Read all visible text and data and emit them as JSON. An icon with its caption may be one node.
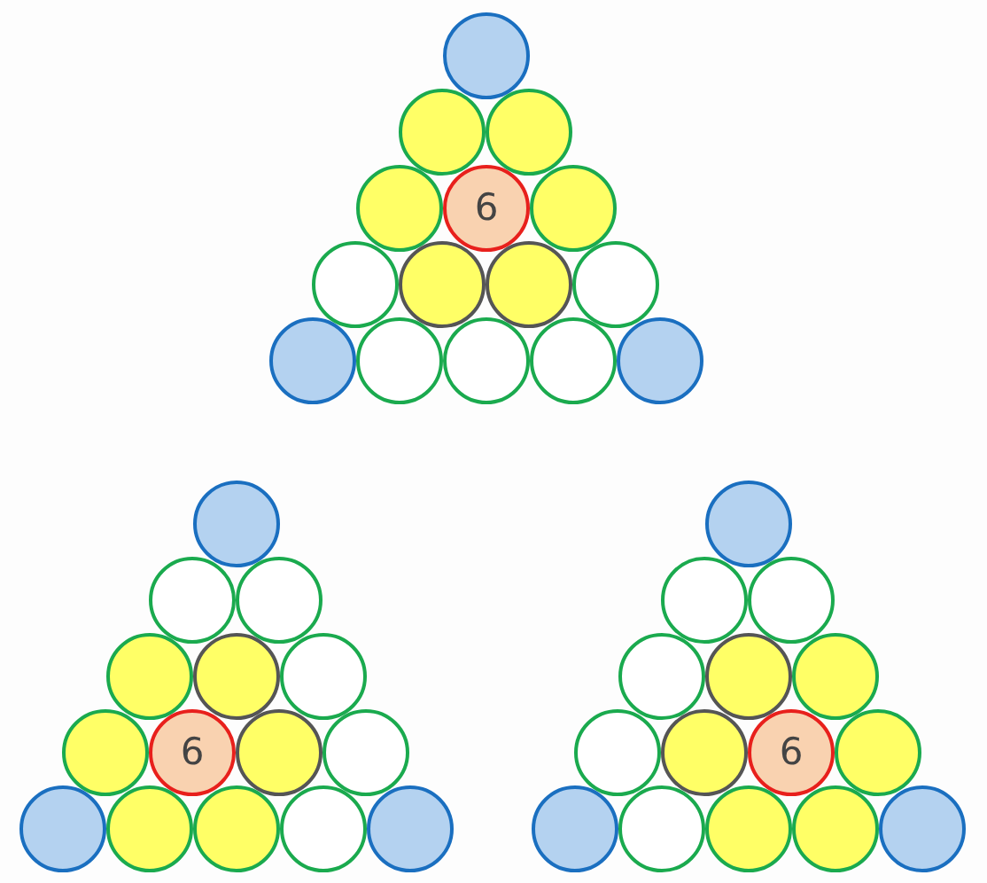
{
  "diagram": {
    "nodes": [
      {
        "text": [],
        "shape": "circle"
      },
      {
        "text": [],
        "shape": "circle"
      },
      {
        "text": [],
        "shape": "circle"
      },
      {
        "text": [],
        "shape": "circle"
      },
      {
        "text": [
          "6"
        ]
      },
      {
        "text": [],
        "shape": "circle"
      },
      {
        "text": [],
        "shape": "circle"
      },
      {
        "text": [],
        "shape": "circle"
      },
      {
        "text": [],
        "shape": "circle"
      },
      {
        "text": [],
        "shape": "circle"
      },
      {
        "text": [],
        "shape": "circle"
      },
      {
        "text": [],
        "shape": "circle"
      },
      {
        "text": [],
        "shape": "circle"
      },
      {
        "text": [],
        "shape": "circle"
      },
      {
        "text": [],
        "shape": "circle"
      },
      {
        "text": [],
        "shape": "circle"
      },
      {
        "text": [],
        "shape": "circle"
      },
      {
        "text": [],
        "shape": "circle"
      },
      {
        "text": [],
        "shape": "circle"
      },
      {
        "text": [],
        "shape": "circle"
      },
      {
        "text": [],
        "shape": "circle"
      },
      {
        "text": [],
        "shape": "circle"
      },
      {
        "text": [
          "6"
        ]
      },
      {
        "text": [],
        "shape": "circle"
      },
      {
        "text": [],
        "shape": "circle"
      },
      {
        "text": [],
        "shape": "circle"
      },
      {
        "text": [],
        "shape": "circle"
      },
      {
        "text": [],
        "shape": "circle"
      },
      {
        "text": [],
        "shape": "circle"
      },
      {
        "text": [],
        "shape": "circle"
      },
      {
        "text": [],
        "shape": "circle"
      },
      {
        "text": [],
        "shape": "circle"
      },
      {
        "text": [],
        "shape": "circle"
      },
      {
        "text": [],
        "shape": "circle"
      },
      {
        "text": [],
        "shape": "circle"
      },
      {
        "text": [],
        "shape": "circle"
      },
      {
        "text": [],
        "shape": "circle"
      },
      {
        "text": [],
        "shape": "circle"
      },
      {
        "text": [
          "6"
        ]
      },
      {
        "text": [],
        "shape": "circle"
      },
      {
        "text": [],
        "shape": "circle"
      },
      {
        "text": [],
        "shape": "circle"
      },
      {
        "text": [],
        "shape": "circle"
      },
      {
        "text": [],
        "shape": "circle"
      },
      {
        "text": [],
        "shape": "circle"
      }
    ]
  }
}
